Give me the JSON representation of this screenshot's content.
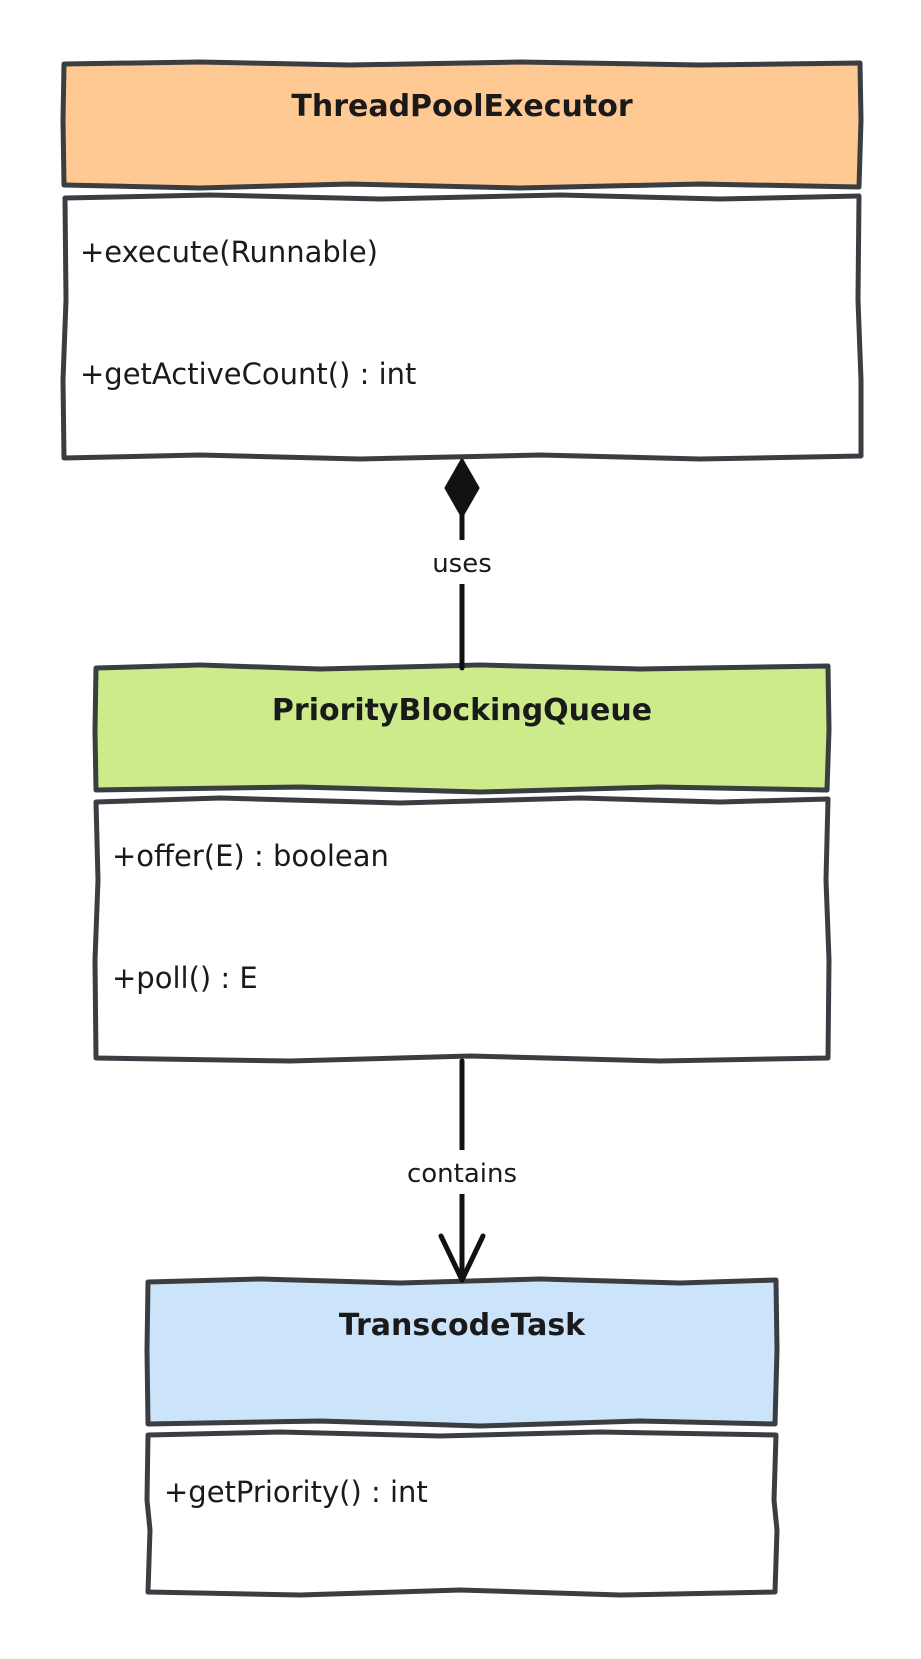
{
  "diagram": {
    "type": "uml-class-diagram",
    "classes": [
      {
        "id": "threadpoolexecutor",
        "name": "ThreadPoolExecutor",
        "header_color": "#ffc994",
        "methods": [
          "+execute(Runnable)",
          "+getActiveCount() : int"
        ]
      },
      {
        "id": "priorityblockingqueue",
        "name": "PriorityBlockingQueue",
        "header_color": "#cdeb8b",
        "methods": [
          "+offer(E) : boolean",
          "+poll() : E"
        ]
      },
      {
        "id": "transcodetask",
        "name": "TranscodeTask",
        "header_color": "#cce4fa",
        "methods": [
          "+getPriority() : int"
        ]
      }
    ],
    "relations": [
      {
        "id": "uses",
        "from": "ThreadPoolExecutor",
        "to": "PriorityBlockingQueue",
        "kind": "composition",
        "label": "uses"
      },
      {
        "id": "contains",
        "from": "PriorityBlockingQueue",
        "to": "TranscodeTask",
        "kind": "association",
        "label": "contains"
      }
    ]
  }
}
